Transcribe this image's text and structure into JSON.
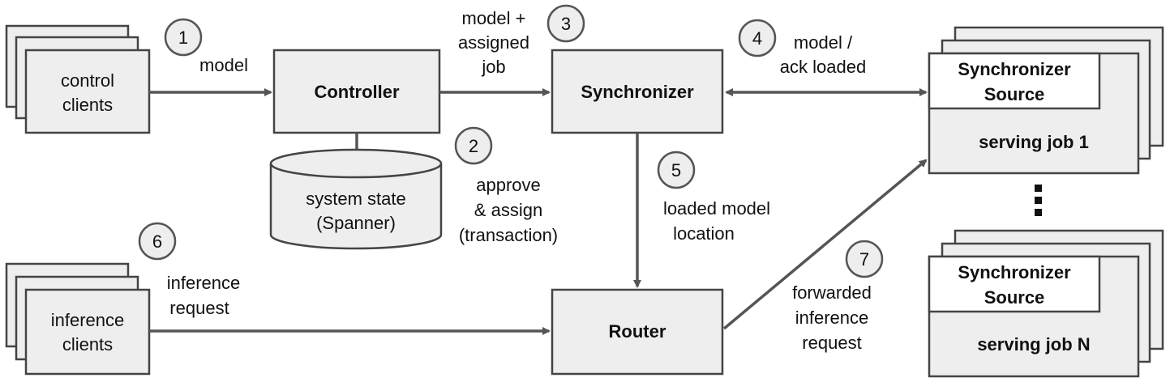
{
  "nodes": {
    "control_clients": [
      "control",
      "clients"
    ],
    "controller": "Controller",
    "system_state": [
      "system state",
      "(Spanner)"
    ],
    "synchronizer": "Synchronizer",
    "inference_clients": [
      "inference",
      "clients"
    ],
    "router": "Router",
    "job1": {
      "header": [
        "Synchronizer",
        "Source"
      ],
      "body": "serving job 1"
    },
    "jobN": {
      "header": [
        "Synchronizer",
        "Source"
      ],
      "body": "serving job N"
    }
  },
  "steps": [
    "1",
    "2",
    "3",
    "4",
    "5",
    "6",
    "7"
  ],
  "edge_labels": {
    "model": "model",
    "model_assigned": [
      "model +",
      "assigned",
      "job"
    ],
    "approve_assign": [
      "approve",
      "& assign",
      "(transaction)"
    ],
    "model_ack": [
      "model /",
      "ack loaded"
    ],
    "loaded_location": [
      "loaded model",
      "location"
    ],
    "inference_request": [
      "inference",
      "request"
    ],
    "forwarded": [
      "forwarded",
      "inference",
      "request"
    ]
  },
  "colors": {
    "box_fill": "#eeeeee",
    "stroke": "#444444",
    "arrow": "#555555"
  }
}
